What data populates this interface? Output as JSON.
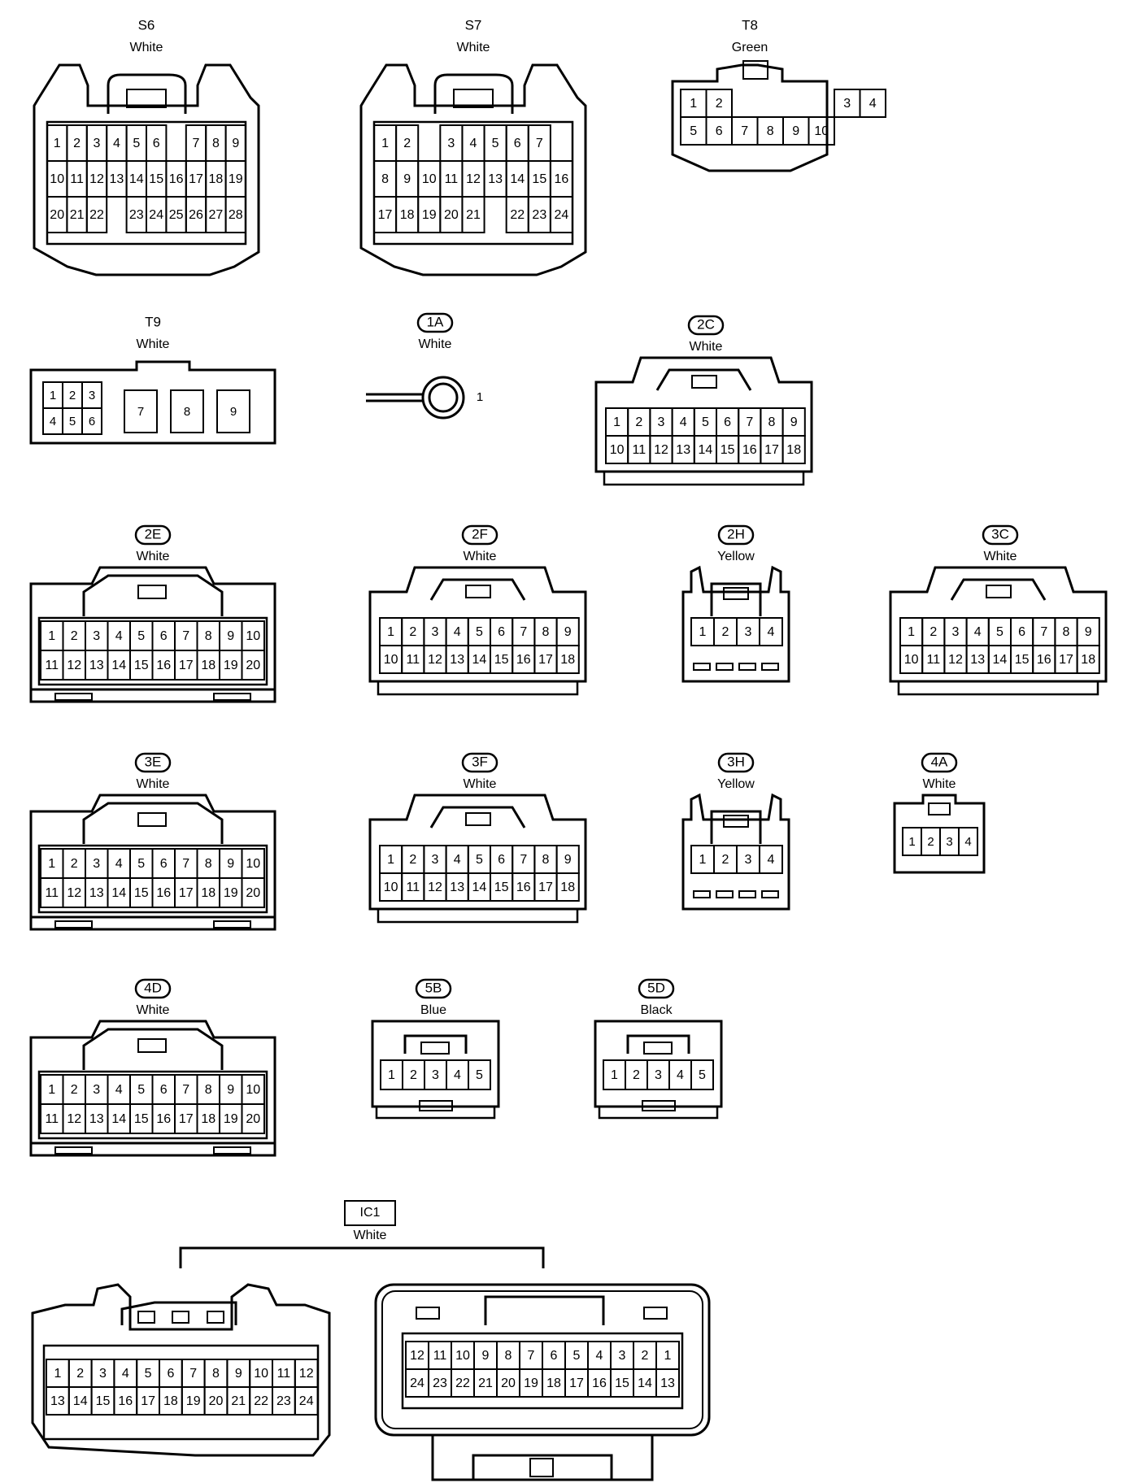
{
  "connectors": [
    {
      "code": "S6",
      "code_style": "plain",
      "color": "White",
      "shape": "s-tall",
      "rows": [
        [
          "1",
          "2",
          "3",
          "4",
          "5",
          "6",
          "",
          "7",
          "8",
          "9"
        ],
        [
          "10",
          "11",
          "12",
          "13",
          "14",
          "15",
          "16",
          "17",
          "18",
          "19"
        ],
        [
          "20",
          "21",
          "22",
          "",
          "23",
          "24",
          "25",
          "26",
          "27",
          "28"
        ]
      ]
    },
    {
      "code": "S7",
      "code_style": "plain",
      "color": "White",
      "shape": "s-tall",
      "rows": [
        [
          "1",
          "2",
          "",
          "3",
          "4",
          "5",
          "6",
          "7"
        ],
        [
          "8",
          "9",
          "10",
          "11",
          "12",
          "13",
          "14",
          "15",
          "16"
        ],
        [
          "17",
          "18",
          "19",
          "20",
          "21",
          "",
          "22",
          "23",
          "24"
        ]
      ]
    },
    {
      "code": "T8",
      "code_style": "plain",
      "color": "Green",
      "shape": "t8",
      "rows": [
        [
          "1",
          "2",
          "",
          "",
          "",
          "",
          "3",
          "4"
        ],
        [
          "5",
          "6",
          "7",
          "8",
          "9",
          "10"
        ]
      ]
    },
    {
      "code": "T9",
      "code_style": "plain",
      "color": "White",
      "shape": "t9",
      "rows": [
        [
          "1",
          "2",
          "3"
        ],
        [
          "4",
          "5",
          "6"
        ]
      ],
      "big_pins": [
        "7",
        "8",
        "9"
      ]
    },
    {
      "code": "1A",
      "code_style": "oval",
      "color": "White",
      "shape": "ring",
      "rows": [
        [
          "1"
        ]
      ]
    },
    {
      "code": "2C",
      "code_style": "oval",
      "color": "White",
      "shape": "rect-hood",
      "rows": [
        [
          "1",
          "2",
          "3",
          "4",
          "5",
          "6",
          "7",
          "8",
          "9"
        ],
        [
          "10",
          "11",
          "12",
          "13",
          "14",
          "15",
          "16",
          "17",
          "18"
        ]
      ]
    },
    {
      "code": "2E",
      "code_style": "oval",
      "color": "White",
      "shape": "wide-latch",
      "rows": [
        [
          "1",
          "2",
          "3",
          "4",
          "5",
          "6",
          "7",
          "8",
          "9",
          "10"
        ],
        [
          "11",
          "12",
          "13",
          "14",
          "15",
          "16",
          "17",
          "18",
          "19",
          "20"
        ]
      ]
    },
    {
      "code": "2F",
      "code_style": "oval",
      "color": "White",
      "shape": "rect-hood",
      "rows": [
        [
          "1",
          "2",
          "3",
          "4",
          "5",
          "6",
          "7",
          "8",
          "9"
        ],
        [
          "10",
          "11",
          "12",
          "13",
          "14",
          "15",
          "16",
          "17",
          "18"
        ]
      ]
    },
    {
      "code": "2H",
      "code_style": "oval",
      "color": "Yellow",
      "shape": "small-tab",
      "rows": [
        [
          "1",
          "2",
          "3",
          "4"
        ]
      ]
    },
    {
      "code": "3C",
      "code_style": "oval",
      "color": "White",
      "shape": "rect-hood",
      "rows": [
        [
          "1",
          "2",
          "3",
          "4",
          "5",
          "6",
          "7",
          "8",
          "9"
        ],
        [
          "10",
          "11",
          "12",
          "13",
          "14",
          "15",
          "16",
          "17",
          "18"
        ]
      ]
    },
    {
      "code": "3E",
      "code_style": "oval",
      "color": "White",
      "shape": "wide-latch",
      "rows": [
        [
          "1",
          "2",
          "3",
          "4",
          "5",
          "6",
          "7",
          "8",
          "9",
          "10"
        ],
        [
          "11",
          "12",
          "13",
          "14",
          "15",
          "16",
          "17",
          "18",
          "19",
          "20"
        ]
      ]
    },
    {
      "code": "3F",
      "code_style": "oval",
      "color": "White",
      "shape": "rect-hood",
      "rows": [
        [
          "1",
          "2",
          "3",
          "4",
          "5",
          "6",
          "7",
          "8",
          "9"
        ],
        [
          "10",
          "11",
          "12",
          "13",
          "14",
          "15",
          "16",
          "17",
          "18"
        ]
      ]
    },
    {
      "code": "3H",
      "code_style": "oval",
      "color": "Yellow",
      "shape": "small-tab",
      "rows": [
        [
          "1",
          "2",
          "3",
          "4"
        ]
      ]
    },
    {
      "code": "4A",
      "code_style": "oval",
      "color": "White",
      "shape": "tiny",
      "rows": [
        [
          "1",
          "2",
          "3",
          "4"
        ]
      ]
    },
    {
      "code": "4D",
      "code_style": "oval",
      "color": "White",
      "shape": "wide-latch",
      "rows": [
        [
          "1",
          "2",
          "3",
          "4",
          "5",
          "6",
          "7",
          "8",
          "9",
          "10"
        ],
        [
          "11",
          "12",
          "13",
          "14",
          "15",
          "16",
          "17",
          "18",
          "19",
          "20"
        ]
      ]
    },
    {
      "code": "5B",
      "code_style": "oval",
      "color": "Blue",
      "shape": "five",
      "rows": [
        [
          "1",
          "2",
          "3",
          "4",
          "5"
        ]
      ]
    },
    {
      "code": "5D",
      "code_style": "oval",
      "color": "Black",
      "shape": "five",
      "rows": [
        [
          "1",
          "2",
          "3",
          "4",
          "5"
        ]
      ]
    }
  ],
  "ic1": {
    "code": "IC1",
    "color": "White",
    "left_rows": [
      [
        "1",
        "2",
        "3",
        "4",
        "5",
        "6",
        "7",
        "8",
        "9",
        "10",
        "11",
        "12"
      ],
      [
        "13",
        "14",
        "15",
        "16",
        "17",
        "18",
        "19",
        "20",
        "21",
        "22",
        "23",
        "24"
      ]
    ],
    "right_rows": [
      [
        "12",
        "11",
        "10",
        "9",
        "8",
        "7",
        "6",
        "5",
        "4",
        "3",
        "2",
        "1"
      ],
      [
        "24",
        "23",
        "22",
        "21",
        "20",
        "19",
        "18",
        "17",
        "16",
        "15",
        "14",
        "13"
      ]
    ]
  }
}
